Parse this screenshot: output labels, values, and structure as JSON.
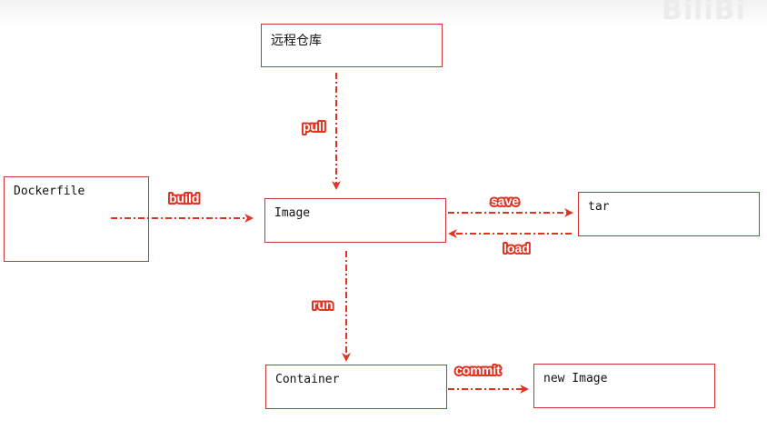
{
  "watermark": "BiliBi",
  "nodes": {
    "remote_repo": "远程仓库",
    "dockerfile": "Dockerfile",
    "image": "Image",
    "tar": "tar",
    "container": "Container",
    "new_image": "new Image"
  },
  "edges": {
    "pull": "pull",
    "build": "build",
    "save": "save",
    "load": "load",
    "run": "run",
    "commit": "commit"
  },
  "colors": {
    "accent": "#e03322",
    "border": "#cc3333"
  }
}
